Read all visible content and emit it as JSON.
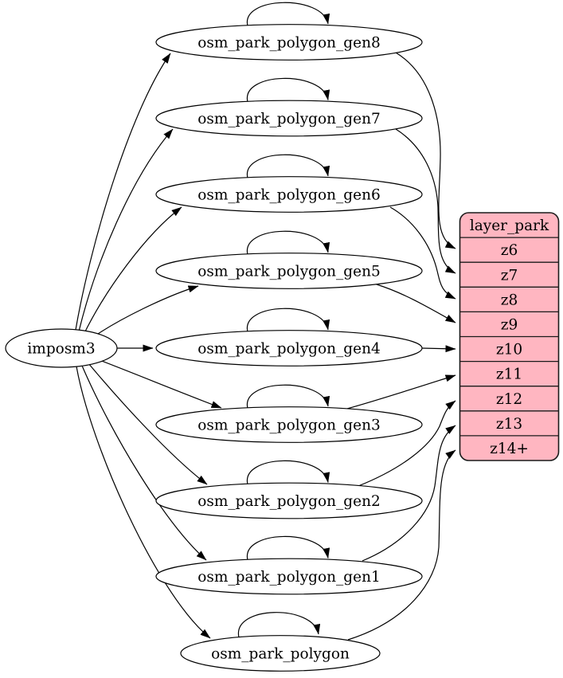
{
  "diagram": {
    "type": "dependency-graph",
    "source": {
      "label": "imposm3"
    },
    "nodes": [
      {
        "label": "osm_park_polygon_gen8",
        "maps_to": "z6"
      },
      {
        "label": "osm_park_polygon_gen7",
        "maps_to": "z7"
      },
      {
        "label": "osm_park_polygon_gen6",
        "maps_to": "z8"
      },
      {
        "label": "osm_park_polygon_gen5",
        "maps_to": "z9"
      },
      {
        "label": "osm_park_polygon_gen4",
        "maps_to": "z10"
      },
      {
        "label": "osm_park_polygon_gen3",
        "maps_to": "z11"
      },
      {
        "label": "osm_park_polygon_gen2",
        "maps_to": "z12"
      },
      {
        "label": "osm_park_polygon_gen1",
        "maps_to": "z13"
      },
      {
        "label": "osm_park_polygon",
        "maps_to": "z14+"
      }
    ],
    "table": {
      "title": "layer_park",
      "rows": [
        "z6",
        "z7",
        "z8",
        "z9",
        "z10",
        "z11",
        "z12",
        "z13",
        "z14+"
      ],
      "fill": "#ffb6c1",
      "stroke": "#1a1a1a"
    },
    "edges": {
      "from_source_to": [
        "osm_park_polygon_gen8",
        "osm_park_polygon_gen7",
        "osm_park_polygon_gen6",
        "osm_park_polygon_gen5",
        "osm_park_polygon_gen4",
        "osm_park_polygon_gen3",
        "osm_park_polygon_gen2",
        "osm_park_polygon_gen1",
        "osm_park_polygon"
      ],
      "self_loops_on": [
        "osm_park_polygon_gen8",
        "osm_park_polygon_gen7",
        "osm_park_polygon_gen6",
        "osm_park_polygon_gen5",
        "osm_park_polygon_gen4",
        "osm_park_polygon_gen3",
        "osm_park_polygon_gen2",
        "osm_park_polygon_gen1",
        "osm_park_polygon"
      ],
      "to_table_rows": [
        {
          "from": "osm_park_polygon_gen8",
          "to": "z6"
        },
        {
          "from": "osm_park_polygon_gen7",
          "to": "z7"
        },
        {
          "from": "osm_park_polygon_gen6",
          "to": "z8"
        },
        {
          "from": "osm_park_polygon_gen5",
          "to": "z9"
        },
        {
          "from": "osm_park_polygon_gen4",
          "to": "z10"
        },
        {
          "from": "osm_park_polygon_gen3",
          "to": "z11"
        },
        {
          "from": "osm_park_polygon_gen2",
          "to": "z12"
        },
        {
          "from": "osm_park_polygon_gen1",
          "to": "z13"
        },
        {
          "from": "osm_park_polygon",
          "to": "z14+"
        }
      ]
    },
    "colors": {
      "edge": "#000000",
      "node_fill": "#ffffff",
      "background": "#ffffff"
    }
  }
}
